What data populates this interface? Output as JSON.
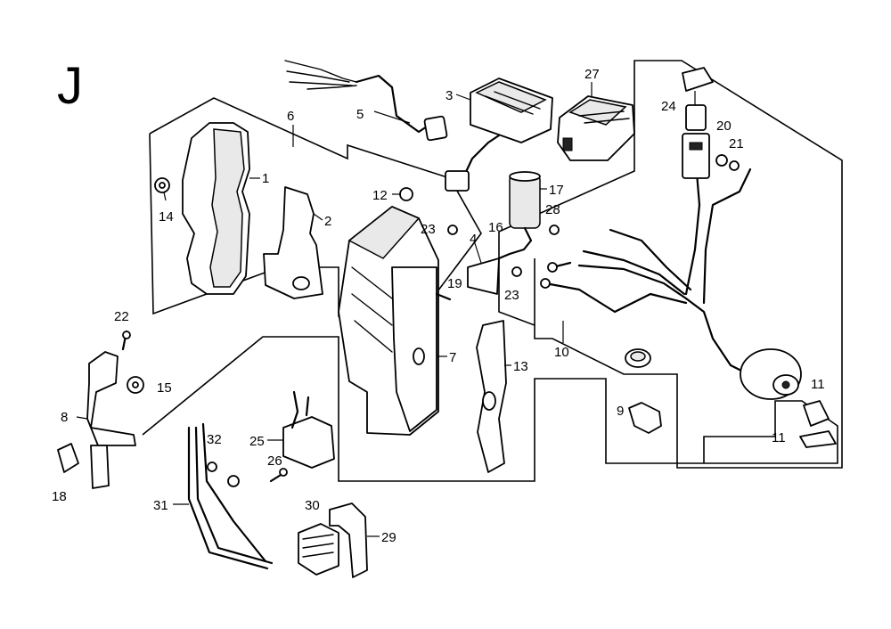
{
  "section_letter": "J",
  "callouts": [
    {
      "id": "c1",
      "text": "1"
    },
    {
      "id": "c2",
      "text": "2"
    },
    {
      "id": "c3",
      "text": "3"
    },
    {
      "id": "c4",
      "text": "4"
    },
    {
      "id": "c5",
      "text": "5"
    },
    {
      "id": "c6",
      "text": "6"
    },
    {
      "id": "c7",
      "text": "7"
    },
    {
      "id": "c8",
      "text": "8"
    },
    {
      "id": "c9",
      "text": "9"
    },
    {
      "id": "c10",
      "text": "10"
    },
    {
      "id": "c11a",
      "text": "11"
    },
    {
      "id": "c11b",
      "text": "11"
    },
    {
      "id": "c12",
      "text": "12"
    },
    {
      "id": "c13",
      "text": "13"
    },
    {
      "id": "c14",
      "text": "14"
    },
    {
      "id": "c15",
      "text": "15"
    },
    {
      "id": "c16",
      "text": "16"
    },
    {
      "id": "c17",
      "text": "17"
    },
    {
      "id": "c18",
      "text": "18"
    },
    {
      "id": "c19",
      "text": "19"
    },
    {
      "id": "c20",
      "text": "20"
    },
    {
      "id": "c21",
      "text": "21"
    },
    {
      "id": "c22",
      "text": "22"
    },
    {
      "id": "c23a",
      "text": "23"
    },
    {
      "id": "c23b",
      "text": "23"
    },
    {
      "id": "c24",
      "text": "24"
    },
    {
      "id": "c25",
      "text": "25"
    },
    {
      "id": "c26",
      "text": "26"
    },
    {
      "id": "c27",
      "text": "27"
    },
    {
      "id": "c28",
      "text": "28"
    },
    {
      "id": "c29",
      "text": "29"
    },
    {
      "id": "c30",
      "text": "30"
    },
    {
      "id": "c31",
      "text": "31"
    },
    {
      "id": "c32",
      "text": "32"
    }
  ]
}
